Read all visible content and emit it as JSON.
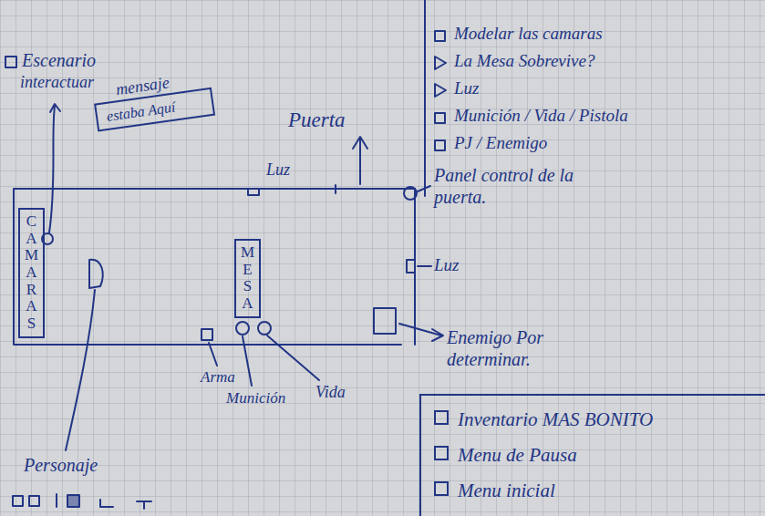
{
  "diagram": {
    "nodes": [
      {
        "text": [
          "mensaje",
          "estaba Aquí"
        ]
      },
      {
        "text": [
          "CAMARAS"
        ]
      },
      {
        "text": [
          "MESA"
        ]
      },
      {
        "text": [
          "Inventario MAS BONITO",
          "Menu de Pausa",
          "Menu inicial"
        ]
      }
    ],
    "labels": [
      "Escenario",
      "interactuar",
      "Luz",
      "Puerta",
      "Panel control de la puerta.",
      "Luz",
      "Enemigo Por determinar.",
      "Arma",
      "Munición",
      "Vida",
      "Personaje",
      "Modelar las camaras",
      "La Mesa Sobrevive?",
      "Luz",
      "Munición / Vida / Pistola",
      "PJ / Enemigo"
    ]
  }
}
